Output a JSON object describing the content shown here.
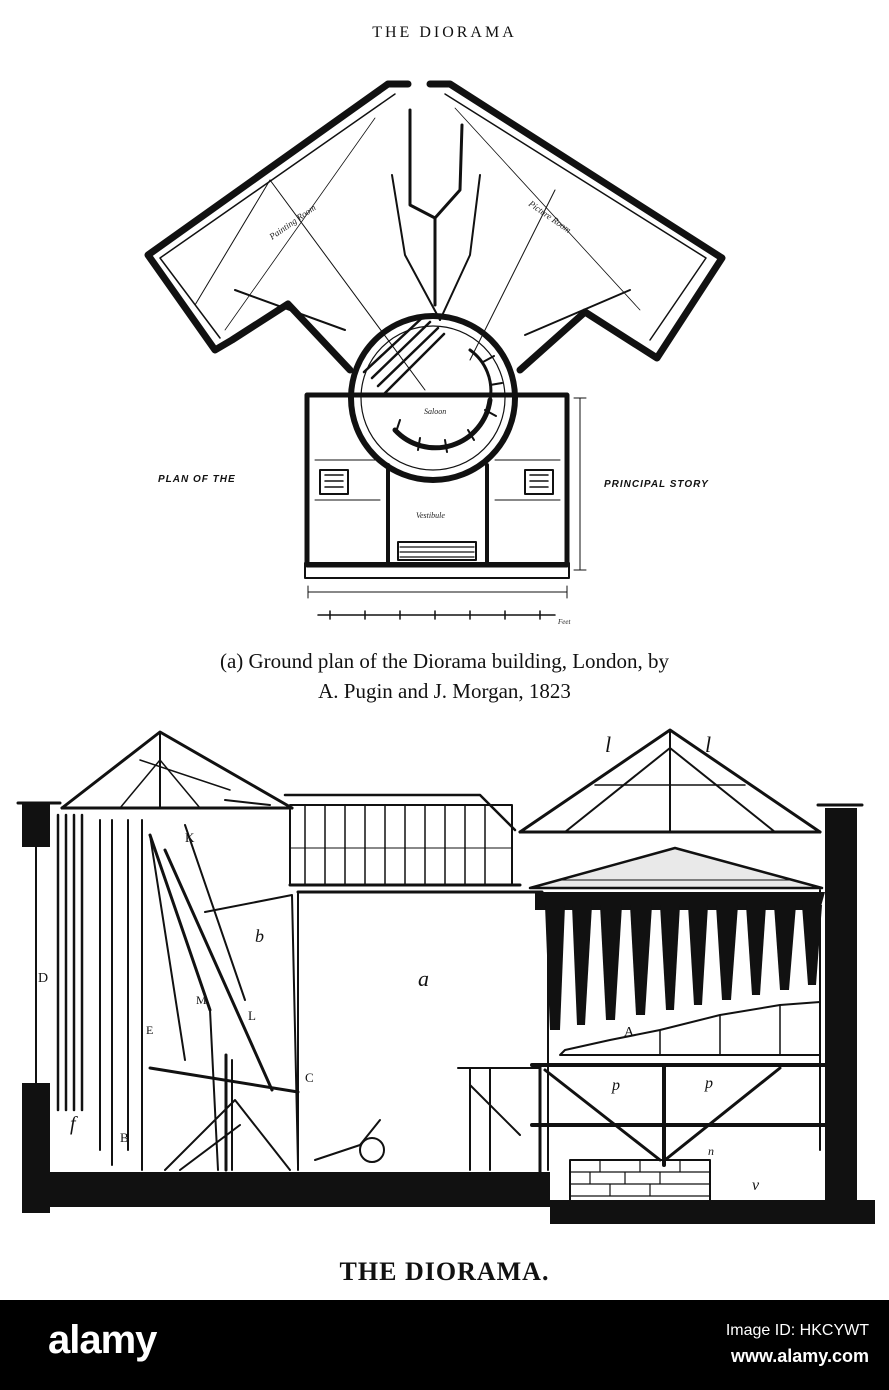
{
  "header": {
    "running_title": "THE DIORAMA"
  },
  "plan": {
    "label_left": "PLAN OF THE",
    "label_right": "PRINCIPAL STORY",
    "room_left": "Painting Room",
    "room_right": "Picture Room",
    "center_room": "Saloon",
    "vestibule": "Vestibule",
    "scale_unit": "Feet"
  },
  "caption": {
    "line1": "(a) Ground plan of the Diorama building, London, by",
    "line2": "A. Pugin and J. Morgan, 1823"
  },
  "section": {
    "letter_a": "a",
    "letter_b": "b",
    "letter_D": "D",
    "letter_f": "f",
    "letter_B": "B",
    "letter_E": "E",
    "letter_K": "K",
    "letter_L": "L",
    "letter_M": "M",
    "letter_C": "C",
    "letter_l1": "l",
    "letter_l2": "l",
    "letter_A": "A",
    "letter_p1": "p",
    "letter_p2": "p",
    "letter_v": "v",
    "letter_n": "n"
  },
  "plate_title": "THE DIORAMA.",
  "footer": {
    "logo": "alamy",
    "image_id": "Image ID: HKCYWT",
    "url": "www.alamy.com"
  }
}
